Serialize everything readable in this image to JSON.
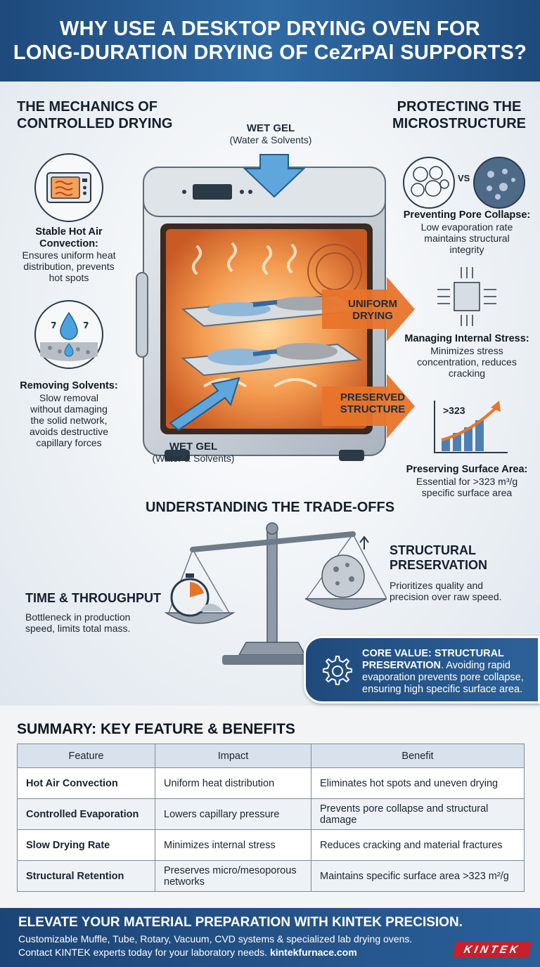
{
  "header": {
    "line1": "WHY USE A DESKTOP DRYING OVEN FOR",
    "line2": "LONG-DURATION DRYING OF CeZrPAl SUPPORTS?"
  },
  "left": {
    "title1": "THE MECHANICS OF",
    "title2": "CONTROLLED DRYING",
    "f1": {
      "title1": "Stable Hot Air",
      "title2": "Convection:",
      "desc": [
        "Ensures uniform heat",
        "distribution, prevents",
        "hot spots"
      ]
    },
    "f2": {
      "title": "Removing Solvents:",
      "desc": [
        "Slow removal",
        "without damaging",
        "the solid network,",
        "avoids destructive",
        "capillary forces"
      ]
    }
  },
  "right": {
    "title1": "PROTECTING THE",
    "title2": "MICROSTRUCTURE",
    "vs": "VS",
    "f1": {
      "title": "Preventing Pore Collapse:",
      "desc": [
        "Low evaporation rate",
        "maintains structural",
        "integrity"
      ]
    },
    "f2": {
      "title": "Managing Internal Stress:",
      "desc": [
        "Minimizes stress",
        "concentration, reduces",
        "cracking"
      ]
    },
    "f3": {
      "badge": ">323",
      "title": "Preserving Surface Area:",
      "desc": [
        "Essential for >323 m³/g",
        "specific surface area"
      ]
    }
  },
  "oven": {
    "wet_top_1": "WET GEL",
    "wet_top_2": "(Water & Solvents)",
    "wet_bot_1": "WET GEL",
    "wet_bot_2": "(Water & Solvents)",
    "uniform_1": "UNIFORM",
    "uniform_2": "DRYING",
    "preserved_1": "PRESERVED",
    "preserved_2": "STRUCTURE"
  },
  "tradeoffs": {
    "title": "UNDERSTANDING THE TRADE-OFFS",
    "left_title": "TIME & THROUGHPUT",
    "left_desc": [
      "Bottleneck in production",
      "speed, limits total mass."
    ],
    "right_title1": "STRUCTURAL",
    "right_title2": "PRESERVATION",
    "right_desc": [
      "Prioritizes quality and",
      "precision over raw speed."
    ]
  },
  "core": {
    "bold1": "CORE VALUE: STRUCTURAL",
    "bold2": "PRESERVATION",
    "rest": ". Avoiding rapid evaporation prevents pore collapse, ensuring high specific surface area."
  },
  "summary": {
    "title": "SUMMARY: KEY FEATURE & BENEFITS",
    "headers": [
      "Feature",
      "Impact",
      "Benefit"
    ],
    "rows": [
      [
        "Hot Air Convection",
        "Uniform heat distribution",
        "Eliminates hot spots and uneven drying"
      ],
      [
        "Controlled Evaporation",
        "Lowers capillary pressure",
        "Prevents pore collapse and structural damage"
      ],
      [
        "Slow Drying Rate",
        "Minimizes internal stress",
        "Reduces cracking and material fractures"
      ],
      [
        "Structural Retention",
        "Preserves micro/mesoporous networks",
        "Maintains specific surface area >323 m²/g"
      ]
    ]
  },
  "footer": {
    "title": "ELEVATE YOUR MATERIAL PREPARATION WITH KINTEK PRECISION.",
    "line1": "Customizable Muffle, Tube, Rotary, Vacuum, CVD systems & specialized lab drying ovens.",
    "line2": "Contact KINTEK experts today for your laboratory needs.",
    "url": "kintekfurnace.com",
    "brand": "KINTEK"
  },
  "colors": {
    "navy": "#1e4a7c",
    "orange": "#e8742a",
    "red": "#c8202c"
  }
}
